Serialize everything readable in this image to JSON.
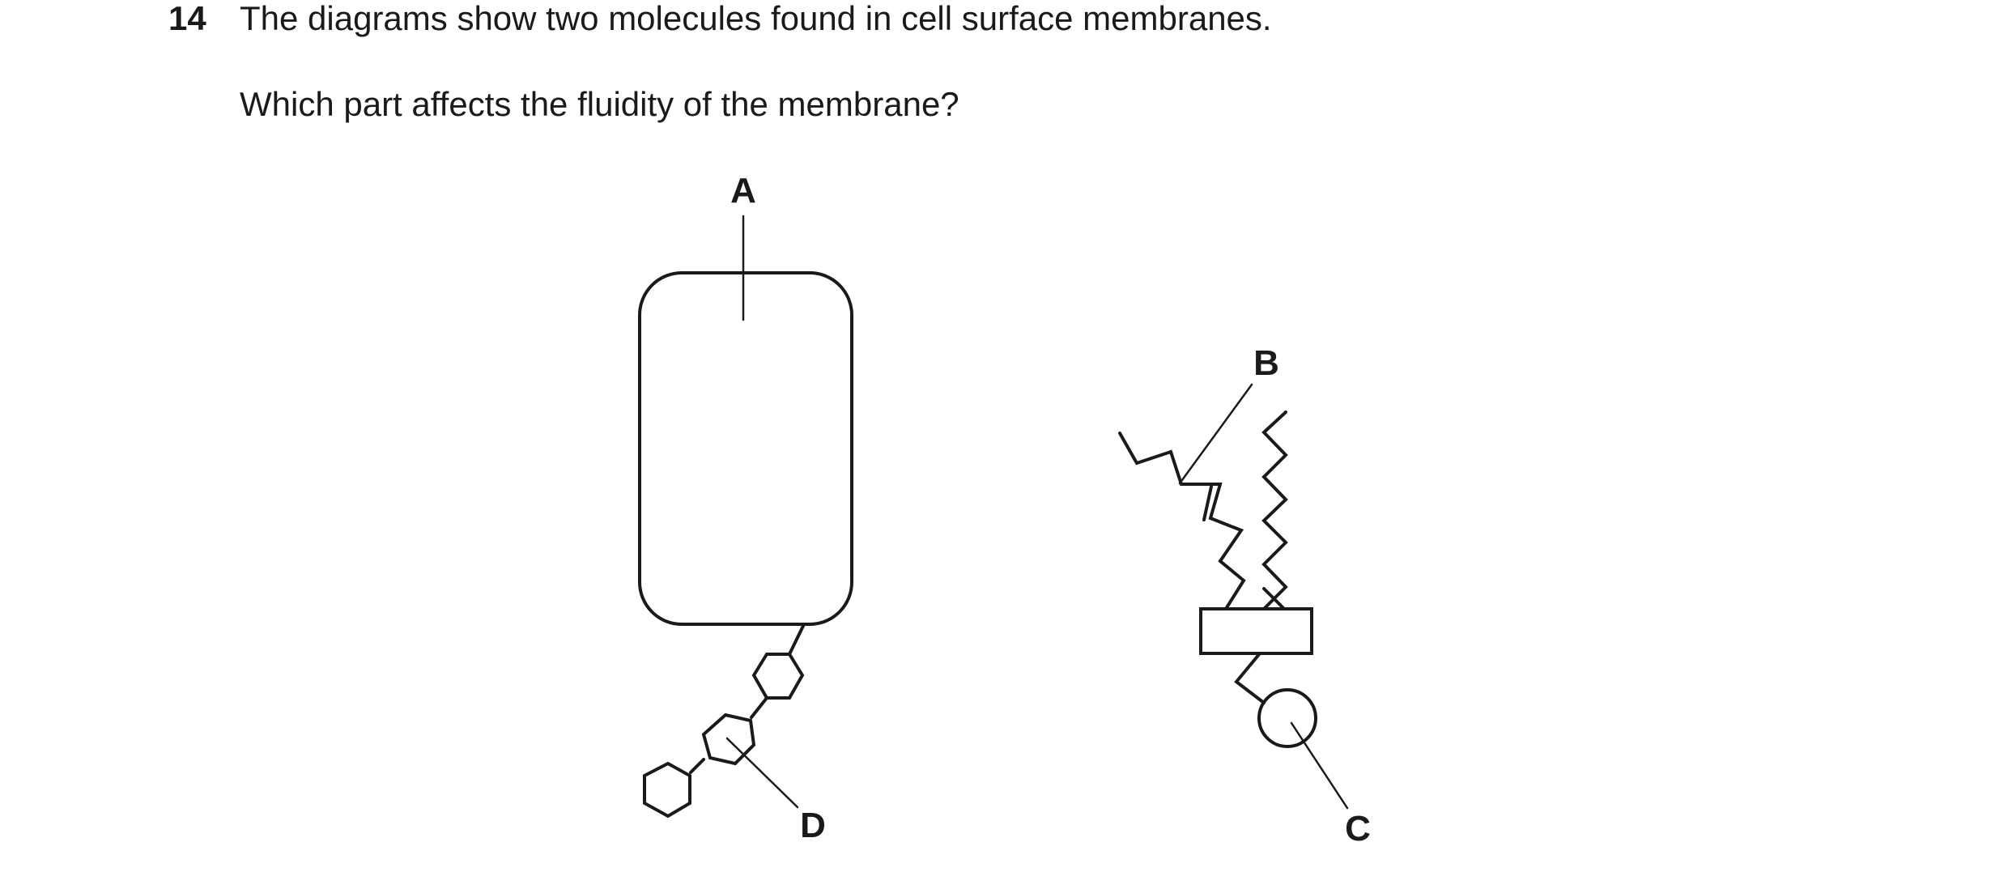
{
  "question": {
    "number": "14",
    "stem": "The diagrams show two molecules found in cell surface membranes.",
    "prompt": "Which part affects the fluidity of the membrane?"
  },
  "diagram": {
    "labels": {
      "a": "A",
      "b": "B",
      "c": "C",
      "d": "D"
    }
  }
}
